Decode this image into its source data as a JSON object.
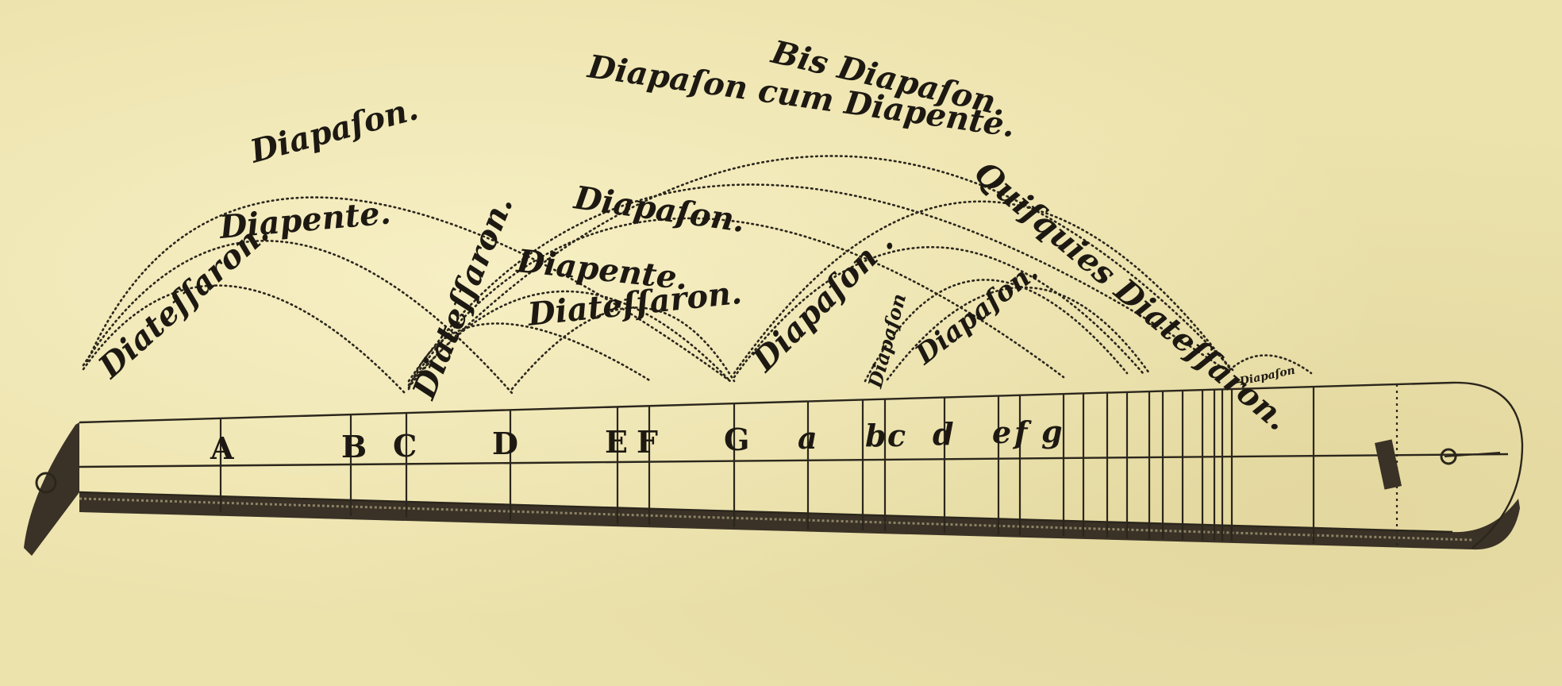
{
  "interval_labels": {
    "diatessaron_1": "Diateſſaron.",
    "diapente_1": "Diapente.",
    "diapason_1": "Diapaſon.",
    "bis_diapason": "Bis Diapaſon.",
    "diapason_cum_diapente": "Diapaſon cum Diapente.",
    "diapason_2": "Diapaſon.",
    "diapente_2": "Diapente.",
    "diatessaron_2": "Diateſſaron.",
    "diatessaron_3": "Diateſſaron.",
    "diapason_3": "Diapaſon .",
    "diapason_4": "Diapaſon",
    "diapason_5": "Diapaſon.",
    "quisquies_diatessaron": "Quiſquies Diateſſaron.",
    "diapason_small": "Diapaſon"
  },
  "note_labels": [
    "A",
    "B",
    "C",
    "D",
    "E",
    "F",
    "G",
    "a",
    "b",
    "c",
    "d",
    "e",
    "f",
    "g"
  ],
  "colors": {
    "paper": "#ece2ac",
    "ink": "#2b261c"
  }
}
